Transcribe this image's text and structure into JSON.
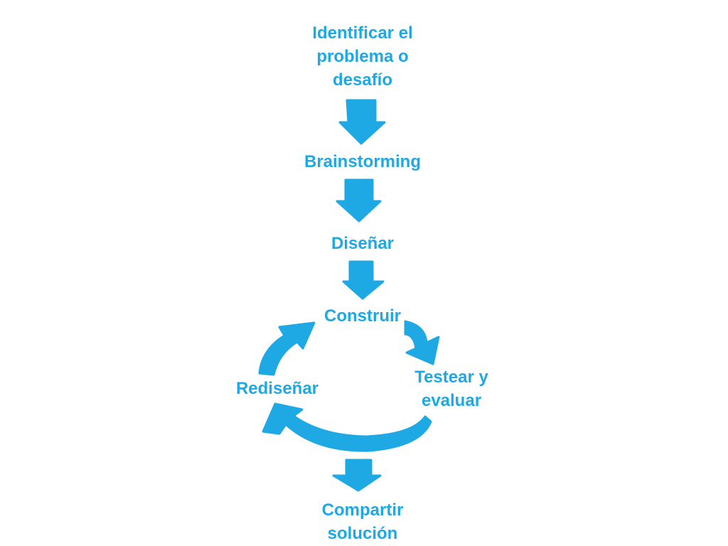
{
  "colors": {
    "accent": "#1ea8e4",
    "background": "#ffffff"
  },
  "steps": {
    "identify": [
      "Identificar el",
      "problema o",
      "desafío"
    ],
    "brainstorming": "Brainstorming",
    "design": "Diseñar",
    "build": "Construir",
    "test": [
      "Testear y",
      "evaluar"
    ],
    "redesign": "Rediseñar",
    "share": [
      "Compartir",
      "solución"
    ]
  },
  "icons": [
    "arrow-down-icon",
    "arrow-down-icon",
    "arrow-down-icon",
    "curved-arrow-right-icon",
    "curved-arrow-left-icon",
    "curved-arrow-up-icon",
    "arrow-down-icon"
  ]
}
